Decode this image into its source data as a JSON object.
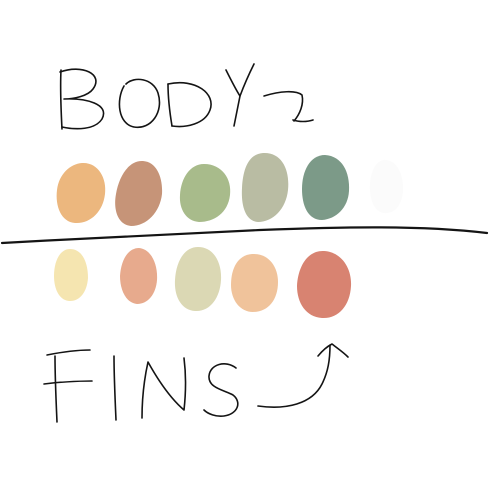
{
  "labels": {
    "body": "BODY",
    "fins": "FINS"
  },
  "palettes": {
    "body": [
      {
        "name": "orange",
        "color": "#ecb77e"
      },
      {
        "name": "brown",
        "color": "#c69478"
      },
      {
        "name": "sage",
        "color": "#a8bb8b"
      },
      {
        "name": "gray-green",
        "color": "#b9bca3"
      },
      {
        "name": "teal",
        "color": "#7c9a88"
      },
      {
        "name": "near-white",
        "color": "#fbfbfb"
      }
    ],
    "fins": [
      {
        "name": "pale-yellow",
        "color": "#f5e5b0"
      },
      {
        "name": "salmon",
        "color": "#e7aa8d"
      },
      {
        "name": "pale-olive",
        "color": "#dbd8b4"
      },
      {
        "name": "peach",
        "color": "#f0c39b"
      },
      {
        "name": "coral",
        "color": "#d88371"
      }
    ]
  }
}
